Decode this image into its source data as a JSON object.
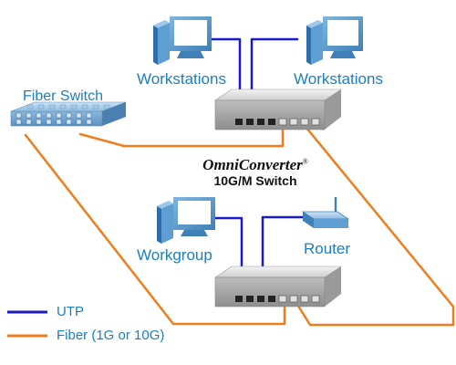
{
  "diagram": {
    "labels": {
      "workstations_left": "Workstations",
      "workstations_right": "Workstations",
      "fiber_switch": "Fiber Switch",
      "workgroup": "Workgroup",
      "router": "Router"
    },
    "title": {
      "brand": "OmniConverter",
      "registered_mark": "®",
      "model": "10G/M Switch"
    },
    "legend": [
      {
        "label": "UTP",
        "color": "#1a1acc"
      },
      {
        "label": "Fiber (1G or 10G)",
        "color": "#f07c1c"
      }
    ],
    "colors": {
      "utp": "#1a1acc",
      "fiber": "#f07c1c",
      "label_text": "#1a7fc1",
      "device_body": "#c8c8c8",
      "monitor_body": "#5d9fd3",
      "monitor_screen": "#ffffff"
    }
  }
}
